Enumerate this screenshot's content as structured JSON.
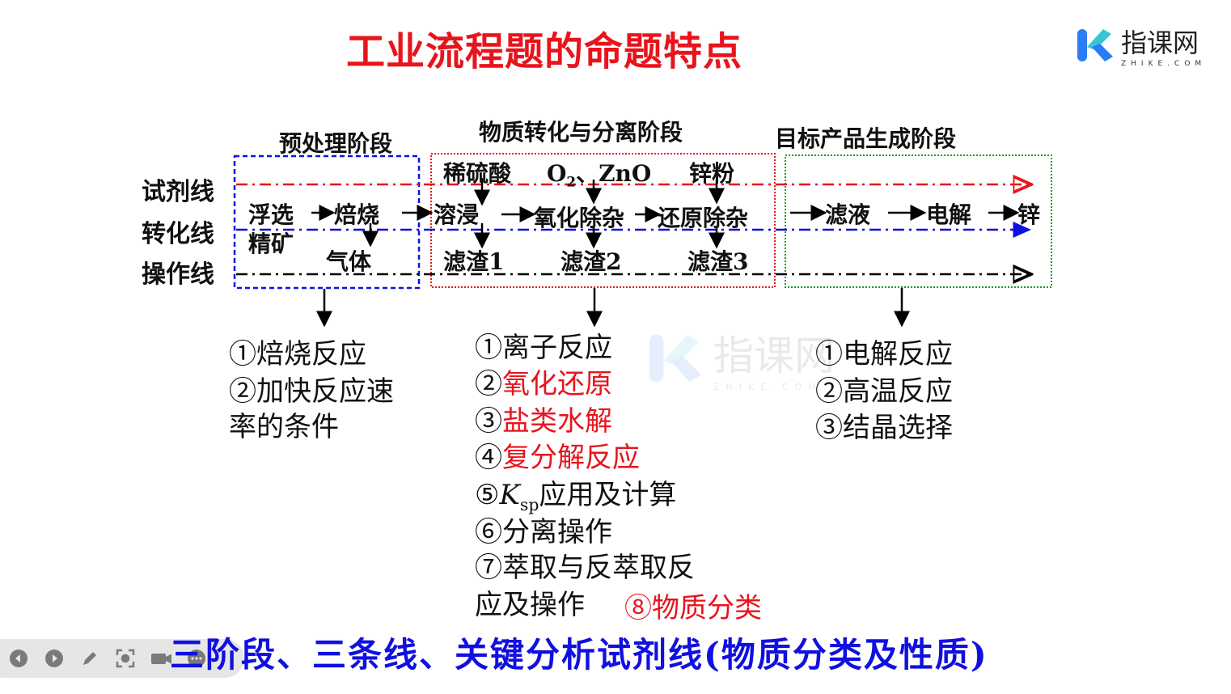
{
  "title": "工业流程题的命题特点",
  "logo": {
    "name": "指课网",
    "sub": "ZHIKE.COM"
  },
  "watermark": {
    "name": "指课网",
    "sub": "ZHIKE.COM"
  },
  "stages": [
    "预处理阶段",
    "物质转化与分离阶段",
    "目标产品生成阶段"
  ],
  "row_labels": [
    "试剂线",
    "转化线",
    "操作线"
  ],
  "nodes": {
    "fuxuan": "浮选",
    "jingkuang": "精矿",
    "beishao": "焙烧",
    "qiti": "气体",
    "rongjin": "溶浸",
    "yanghua": "氧化除杂",
    "huanyuan": "还原除杂",
    "lvye": "滤液",
    "dianjie": "电解",
    "xin": "锌"
  },
  "reagents": {
    "r1": "稀硫酸",
    "r2a": "O",
    "r2b": "2",
    "r2c": "、ZnO",
    "r3": "锌粉"
  },
  "residues": [
    "滤渣1",
    "滤渣2",
    "滤渣3"
  ],
  "lists": {
    "left": [
      "①焙烧反应",
      "②加快反应速",
      "率的条件"
    ],
    "middle": [
      {
        "num": "①",
        "text": "离子反应",
        "red": false
      },
      {
        "num": "②",
        "text": "氧化还原",
        "red": true
      },
      {
        "num": "③",
        "text": "盐类水解",
        "red": true
      },
      {
        "num": "④",
        "text": "复分解反应",
        "red": true
      },
      {
        "num": "⑤",
        "k": "K",
        "sp": "sp",
        "text": "应用及计算",
        "red": false
      },
      {
        "num": "⑥",
        "text": "分离操作",
        "red": false
      },
      {
        "num": "⑦",
        "text": "萃取与反萃取反",
        "red": false
      },
      {
        "num": "",
        "text": "应及操作",
        "red": false
      }
    ],
    "eighth": "⑧物质分类",
    "right": [
      "①电解反应",
      "②高温反应",
      "③结晶选择"
    ]
  },
  "bottom": "三阶段、三条线、关键分析试剂线(物质分类及性质)",
  "colors": {
    "title": "#e8141c",
    "blue": "#1010e0",
    "accent": "#2b7cf6"
  }
}
